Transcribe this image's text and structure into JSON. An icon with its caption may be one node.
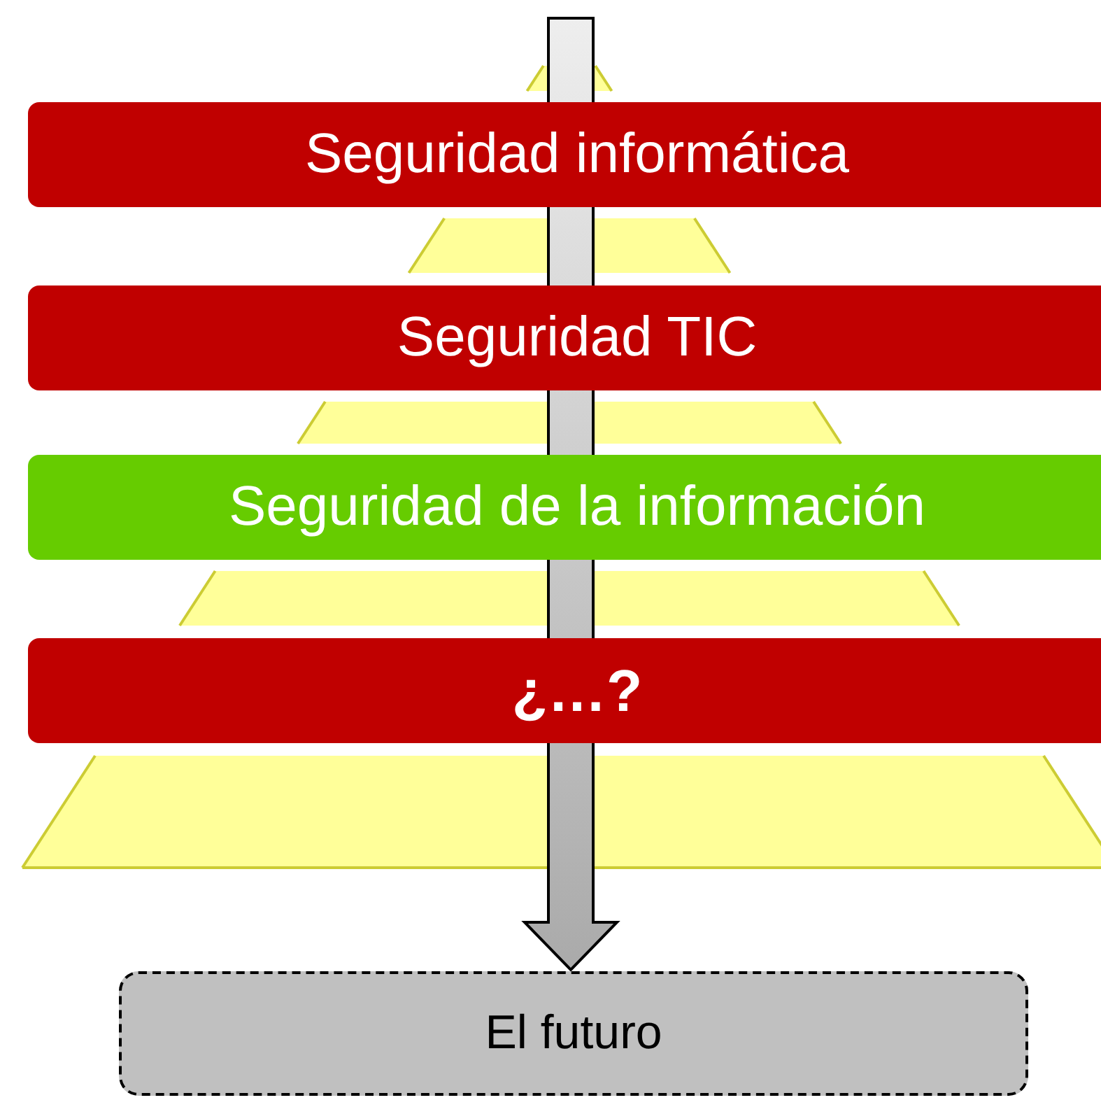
{
  "diagram": {
    "nodes": [
      {
        "text": [
          "Seguridad informática"
        ]
      },
      {
        "text": [
          "Seguridad TIC"
        ]
      },
      {
        "text": [
          "Seguridad de la información"
        ]
      },
      {
        "text": [
          "¿…?"
        ]
      },
      {
        "text": [
          "El futuro"
        ]
      }
    ],
    "edges": [
      {
        "from": null,
        "to": 4,
        "arrow": "to",
        "style": "thick"
      }
    ]
  }
}
